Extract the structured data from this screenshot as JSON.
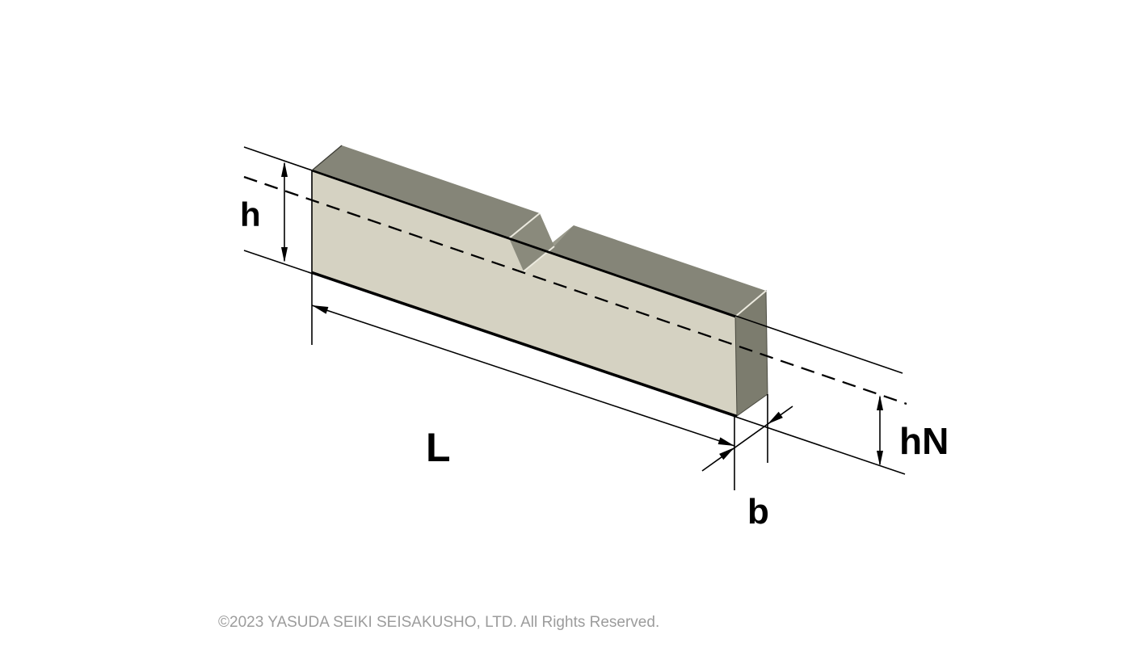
{
  "diagram": {
    "name": "notched-specimen-dimension-diagram",
    "labels": {
      "height": "h",
      "length": "L",
      "width": "b",
      "notch_remaining_height": "hN"
    },
    "colors": {
      "background": "#ffffff",
      "front_face": "#d5d2c2",
      "top_face": "#858578",
      "end_face": "#7c7c6e",
      "notch_face": "#8a8a7c",
      "notch_sliver": "#9a9a8c",
      "edge_highlight": "#eceadf",
      "line": "#000000"
    }
  },
  "footer": {
    "copyright": "©2023 YASUDA SEIKI SEISAKUSHO, LTD. All Rights Reserved.",
    "text_color": "#9c9c9c"
  }
}
